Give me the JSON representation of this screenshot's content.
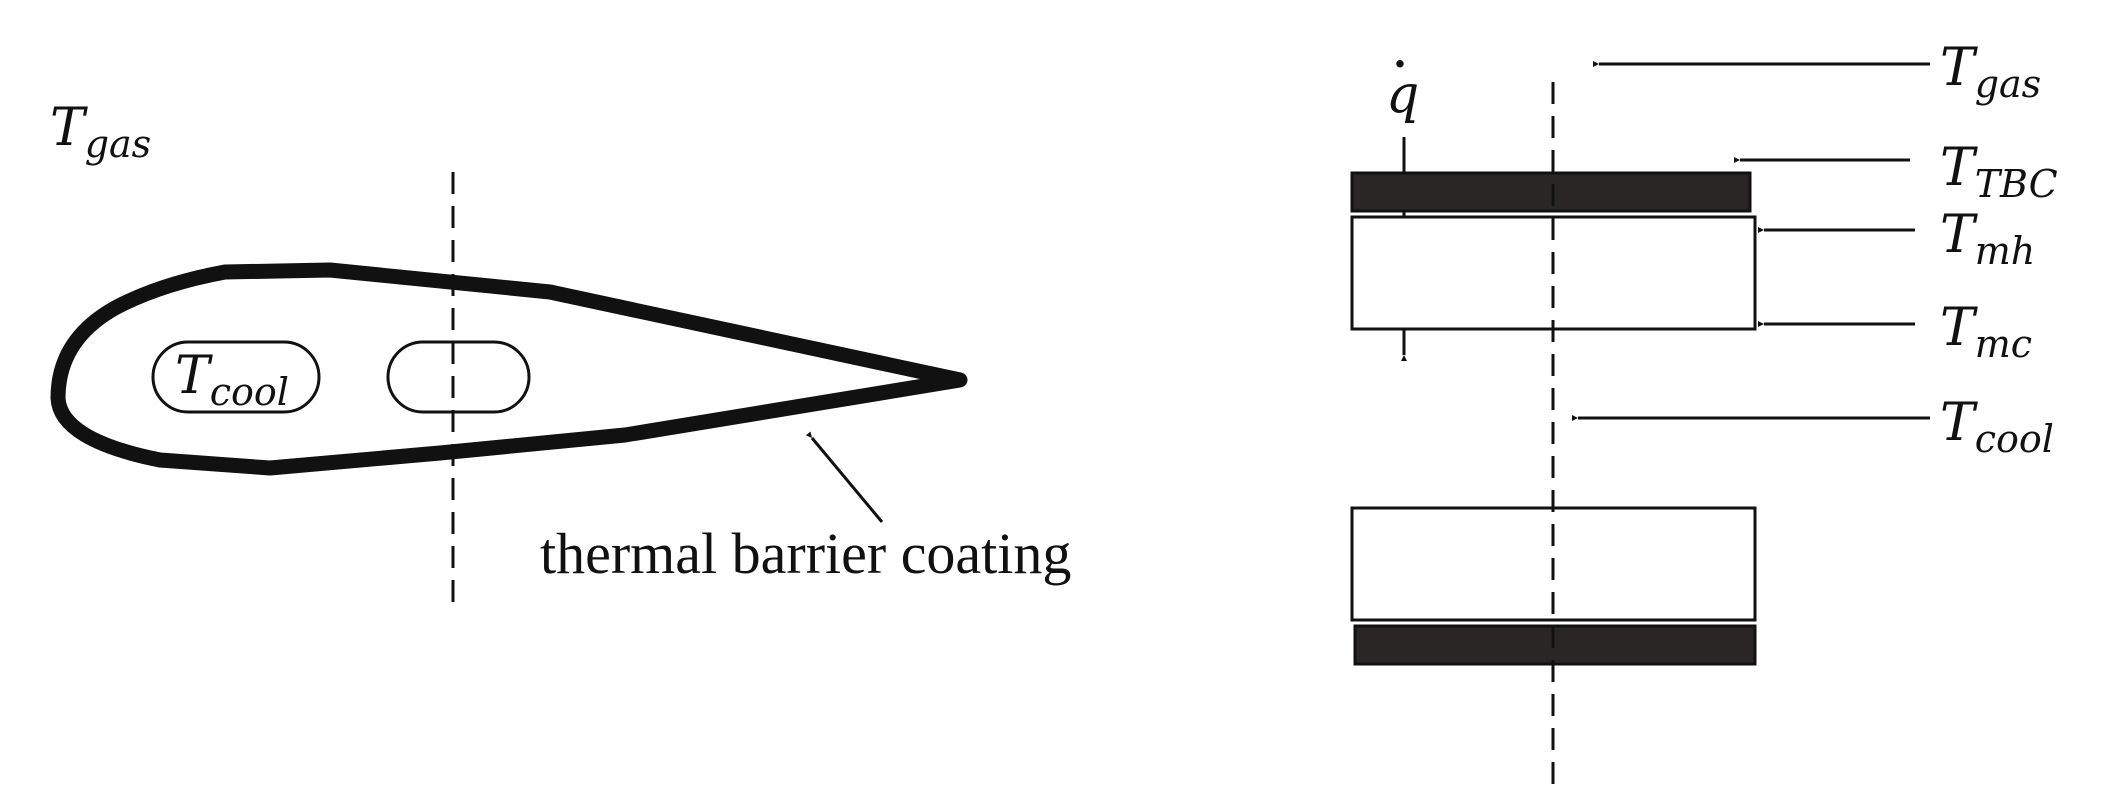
{
  "colors": {
    "ink": "#111111",
    "coating": "#2a2626",
    "background": "#ffffff"
  },
  "left_panel": {
    "gas_label": {
      "base": "T",
      "sub": "gas"
    },
    "cool_label": {
      "base": "T",
      "sub": "cool"
    },
    "coating_caption": "thermal barrier coating"
  },
  "right_panel": {
    "heat_flux_label": {
      "base": "q",
      "accent": "·"
    },
    "arrows": [
      {
        "id": "gas",
        "base": "T",
        "sub": "gas"
      },
      {
        "id": "tbc",
        "base": "T",
        "sub": "TBC"
      },
      {
        "id": "mh",
        "base": "T",
        "sub": "mh"
      },
      {
        "id": "mc",
        "base": "T",
        "sub": "mc"
      },
      {
        "id": "cool",
        "base": "T",
        "sub": "cool"
      }
    ]
  }
}
